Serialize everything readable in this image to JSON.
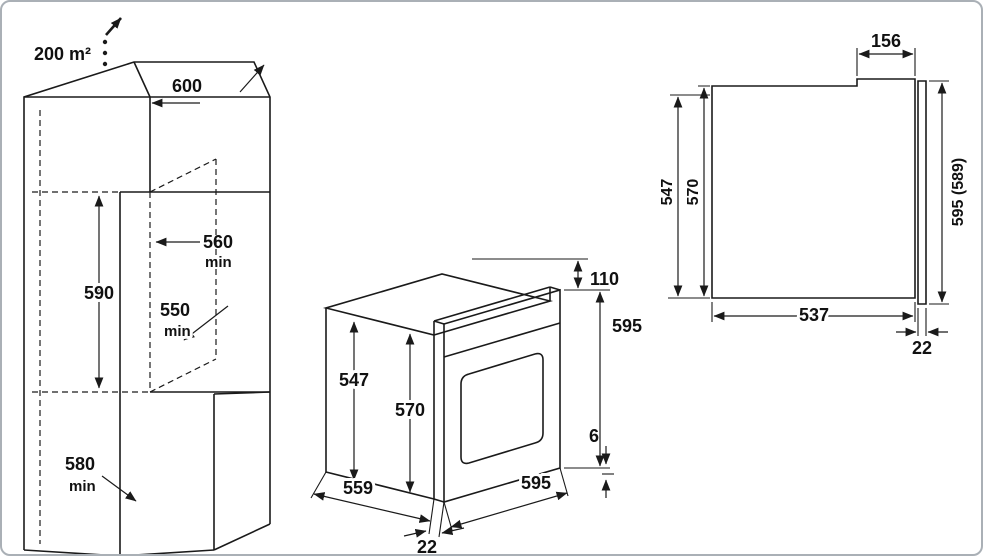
{
  "colors": {
    "line": "#1a1a1a",
    "background": "#ffffff",
    "frame_border": "#aab0b6"
  },
  "views": {
    "cabinet": {
      "ventilation_area": "200 m²",
      "top_depth": "600",
      "niche_width": "560",
      "niche_width_min": "min",
      "niche_height": "590",
      "niche_depth": "550",
      "niche_depth_min": "min",
      "base_depth": "580",
      "base_depth_min": "min"
    },
    "oven_iso": {
      "control_panel_height": "110",
      "total_height": "595",
      "body_height": "547",
      "door_height": "570",
      "bottom_gap": "6",
      "width": "595",
      "body_depth": "559",
      "frame_overhang": "22"
    },
    "oven_rear": {
      "top_cutout_width": "156",
      "body_height": "547",
      "front_height": "570",
      "total_height": "595 (589)",
      "body_width": "537",
      "flange_width": "22"
    }
  }
}
